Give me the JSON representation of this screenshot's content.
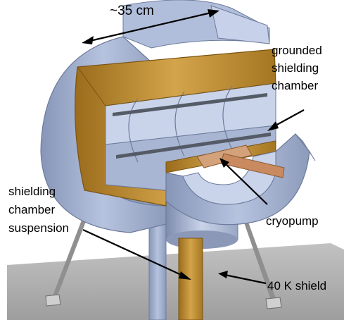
{
  "labels": {
    "dimension": "~35 cm",
    "grounded_chamber": [
      "grounded",
      "shielding",
      "chamber"
    ],
    "suspension": [
      "shielding",
      "chamber",
      "suspension"
    ],
    "cryopump": "cryopump",
    "shield_40k": "40 K shield"
  },
  "colors": {
    "steel": "#a9b8d6",
    "steel_dark": "#7f8fb0",
    "copper": "#b8862c",
    "copper_dark": "#8a6218",
    "floor": "#b4b4b4",
    "ink": "#000000"
  }
}
